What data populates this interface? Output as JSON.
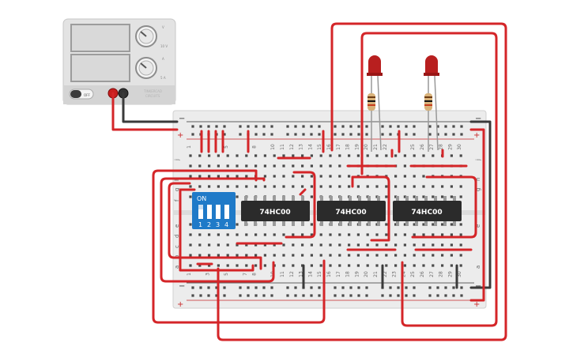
{
  "power_supply": {
    "off_label": "OFF",
    "knob1_units": [
      "V",
      "10 V"
    ],
    "knob2_units": [
      "A",
      "5 A"
    ],
    "brand_lines": [
      "TINKERCAD",
      "CIRCUITS"
    ]
  },
  "breadboard": {
    "row_letters_top": [
      "j",
      "i",
      "h",
      "g",
      "f"
    ],
    "row_letters_bottom": [
      "e",
      "d",
      "c",
      "b",
      "a"
    ],
    "column_numbers_top": [
      "1",
      "",
      "",
      "",
      "5",
      "",
      "",
      "8",
      "",
      "10",
      "11",
      "12",
      "13",
      "14",
      "15",
      "16",
      "17",
      "18",
      "19",
      "20",
      "21",
      "22",
      "",
      "",
      "25",
      "26",
      "27",
      "28",
      "29",
      "30"
    ],
    "column_numbers_bottom": [
      "1",
      "",
      "3",
      "",
      "5",
      "",
      "7",
      "8",
      "",
      "10",
      "11",
      "12",
      "13",
      "14",
      "15",
      "16",
      "17",
      "18",
      "19",
      "20",
      "21",
      "22",
      "23",
      "24",
      "25",
      "26",
      "27",
      "28",
      "29",
      "30"
    ],
    "rail_minus": "−",
    "rail_plus": "+"
  },
  "dip_switch": {
    "on_label": "ON",
    "numbers": [
      "1",
      "2",
      "3",
      "4"
    ]
  },
  "chips": [
    {
      "label": "74HC00"
    },
    {
      "label": "74HC00"
    },
    {
      "label": "74HC00"
    }
  ],
  "colors": {
    "wire_red": "#d42528",
    "wire_black": "#3a3a3a",
    "board": "#ececec",
    "chip": "#2b2b2b",
    "dip": "#1f7ac8",
    "led": "#b81f1f"
  }
}
